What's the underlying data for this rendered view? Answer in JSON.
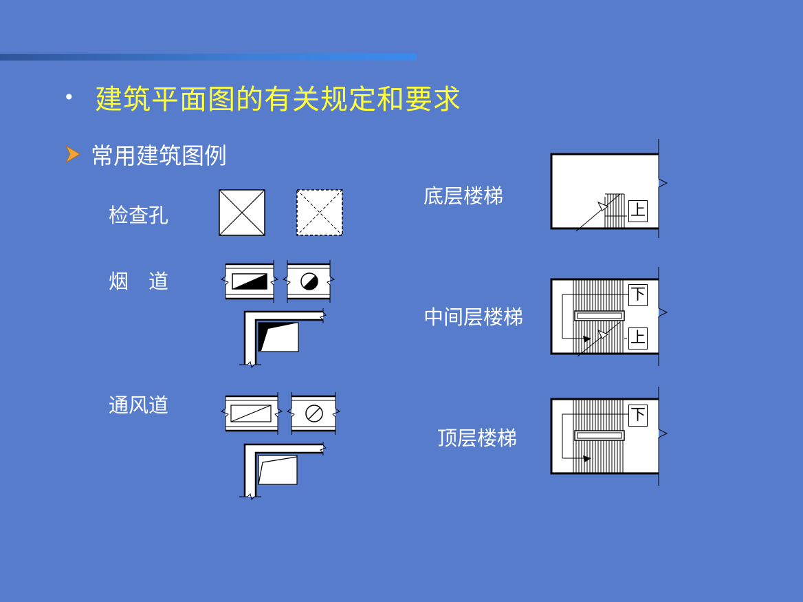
{
  "slide": {
    "title": "建筑平面图的有关规定和要求",
    "subtitle": "常用建筑图例",
    "bullet_icon": "round-bullet",
    "sub_icon": "arrowhead-bullet",
    "colors": {
      "background": "#567CCB",
      "title": "#FFFF3C",
      "text": "#FFFFFF",
      "arrow": "#F2A33A",
      "line": "#000000"
    }
  },
  "legend_left": {
    "inspection_hole": "检查孔",
    "flue": "烟　道",
    "ventilation_duct": "通风道"
  },
  "legend_right": {
    "ground_floor_stair": "底层楼梯",
    "middle_floor_stair": "中间层楼梯",
    "top_floor_stair": "顶层楼梯",
    "up_mark": "上",
    "down_mark": "下"
  }
}
